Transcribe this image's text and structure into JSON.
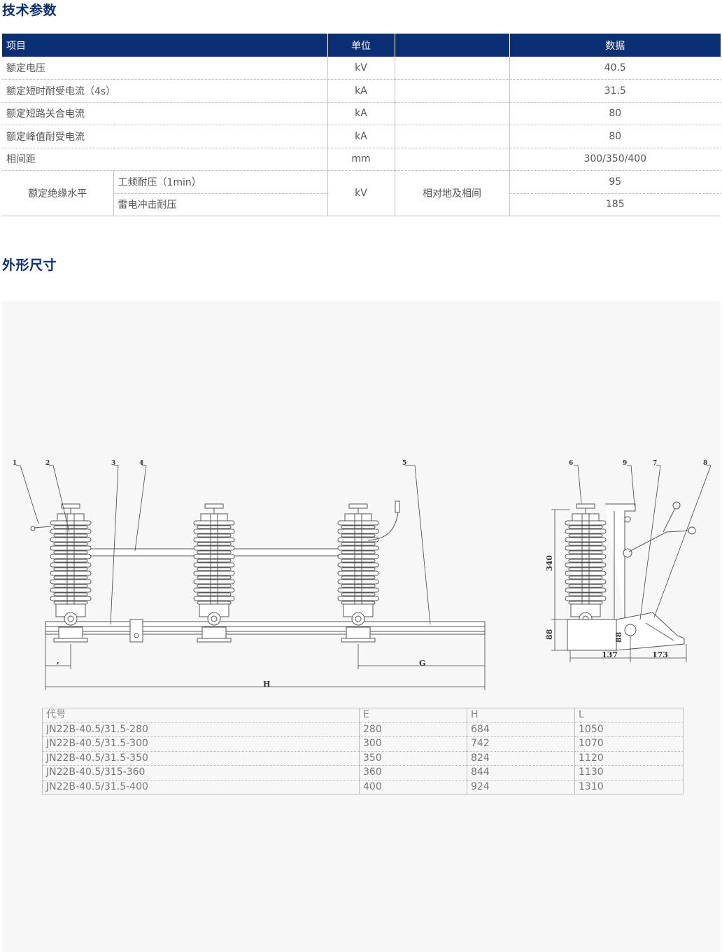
{
  "section1_title": "技术参数",
  "section2_title": "外形尺寸",
  "spec_headers": {
    "item": "项目",
    "unit": "单位",
    "blank": "",
    "data": "数据"
  },
  "specs": [
    {
      "item": "额定电压",
      "unit": "kV",
      "value": "40.5"
    },
    {
      "item": "额定短时耐受电流（4s）",
      "unit": "kA",
      "value": "31.5"
    },
    {
      "item": "额定短路关合电流",
      "unit": "kA",
      "value": "80"
    },
    {
      "item": "额定峰值耐受电流",
      "unit": "kA",
      "value": "80"
    },
    {
      "item": "相间距",
      "unit": "mm",
      "value": "300/350/400"
    }
  ],
  "insulation": {
    "label": "额定绝缘水平",
    "sub1": "工频耐压（1min）",
    "sub2": "雷电冲击耐压",
    "unit": "kV",
    "note": "相对地及相间",
    "value1": "95",
    "value2": "185"
  },
  "drawing_labels": {
    "callouts": [
      "1",
      "2",
      "3",
      "4",
      "5",
      "6",
      "9",
      "7",
      "8"
    ],
    "dim_h": "H",
    "dim_g": "G",
    "dim_e": ",",
    "dim_340": "340",
    "dim_88a": "88",
    "dim_88b": "88",
    "dim_137": "137",
    "dim_173": "173"
  },
  "dims_headers": [
    "代号",
    "E",
    "H",
    "L"
  ],
  "dims_rows": [
    [
      "JN22B-40.5/31.5-280",
      "280",
      "684",
      "1050"
    ],
    [
      "JN22B-40.5/31.5-300",
      "300",
      "742",
      "1070"
    ],
    [
      "JN22B-40.5/31.5-350",
      "350",
      "824",
      "1120"
    ],
    [
      "JN22B-40.5/315-360",
      "360",
      "844",
      "1130"
    ],
    [
      "JN22B-40.5/31.5-400",
      "400",
      "924",
      "1310"
    ]
  ]
}
